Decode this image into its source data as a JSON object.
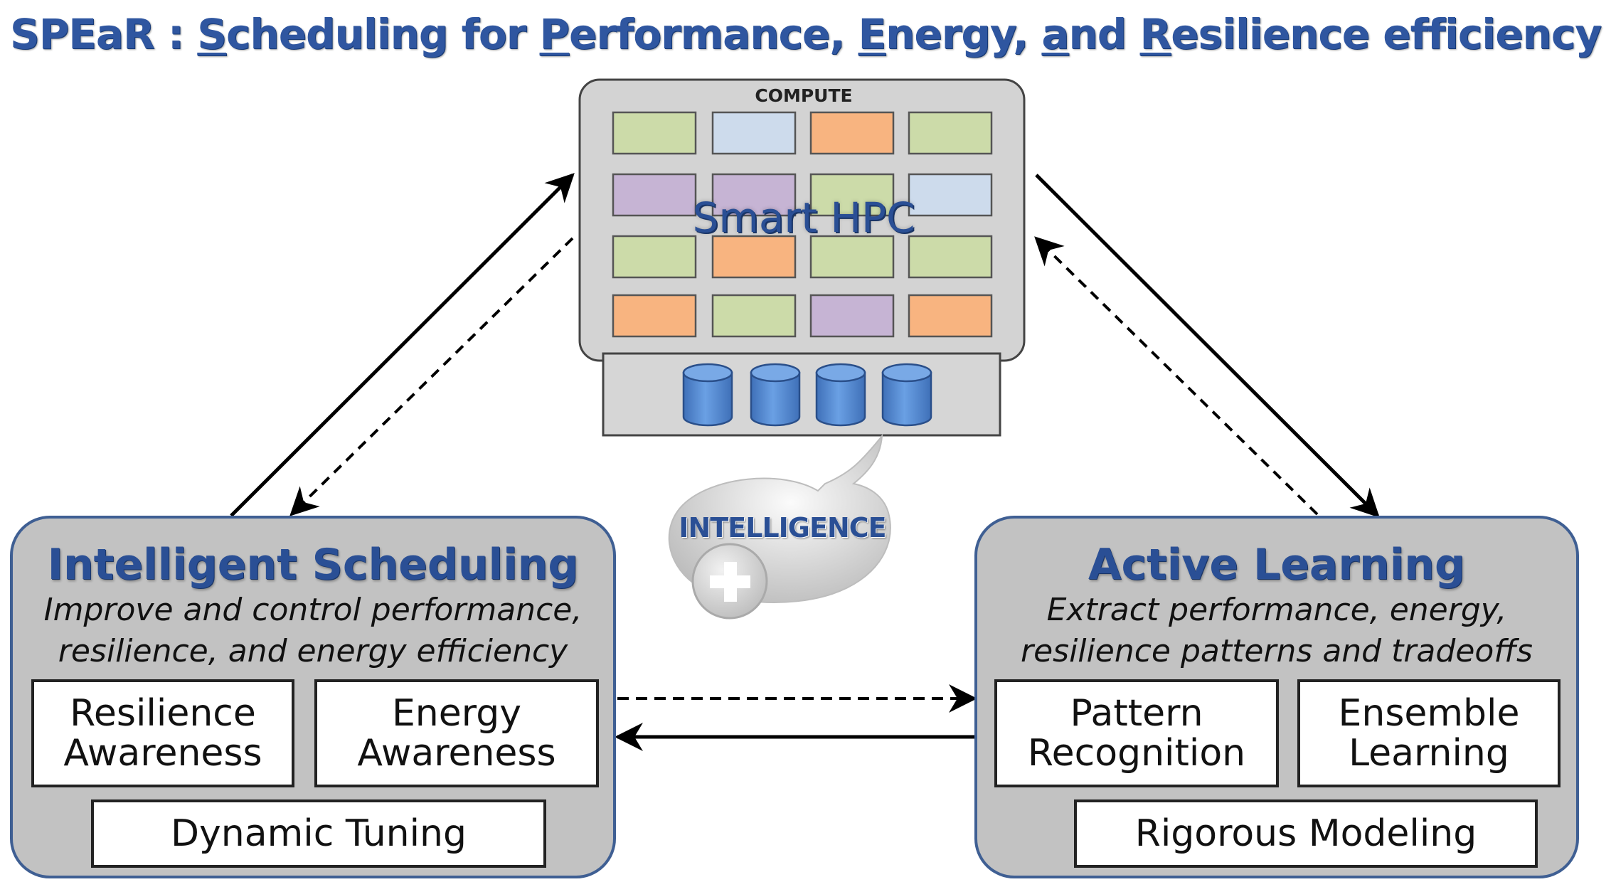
{
  "title_parts": [
    {
      "text": "SPEaR : ",
      "u": false
    },
    {
      "text": "S",
      "u": true
    },
    {
      "text": "cheduling for ",
      "u": false
    },
    {
      "text": "P",
      "u": true
    },
    {
      "text": "erformance, ",
      "u": false
    },
    {
      "text": "E",
      "u": true
    },
    {
      "text": "nergy, ",
      "u": false
    },
    {
      "text": "a",
      "u": true
    },
    {
      "text": "nd ",
      "u": false
    },
    {
      "text": "R",
      "u": true
    },
    {
      "text": "esilience efficiency",
      "u": false
    }
  ],
  "hpc": {
    "compute_label": "COMPUTE",
    "label": "Smart HPC",
    "intelligence_label": "INTELLIGENCE",
    "node_grid": [
      [
        "green",
        "blue",
        "orange",
        "green"
      ],
      [
        "purple",
        "purple",
        "green",
        "blue"
      ],
      [
        "green",
        "orange",
        "green",
        "green"
      ],
      [
        "orange",
        "green",
        "purple",
        "orange"
      ]
    ],
    "storage_count": 4
  },
  "colors": {
    "green": "#ccdba9",
    "blue": "#cddbec",
    "orange": "#f8b480",
    "purple": "#c6b4d4",
    "title_blue": "#2f56a0",
    "panel_fill": "#c2c2c2",
    "panel_border": "#3f5f93",
    "disk_blue": "#5b8ed6"
  },
  "left_panel": {
    "title": "Intelligent Scheduling",
    "desc_line1": "Improve and control performance,",
    "desc_line2": "resilience, and energy efficiency",
    "box1_l1": "Resilience",
    "box1_l2": "Awareness",
    "box2_l1": "Energy",
    "box2_l2": "Awareness",
    "box3": "Dynamic Tuning"
  },
  "right_panel": {
    "title": "Active Learning",
    "desc_line1": "Extract performance, energy,",
    "desc_line2": "resilience patterns and tradeoffs",
    "box1_l1": "Pattern",
    "box1_l2": "Recognition",
    "box2_l1": "Ensemble",
    "box2_l2": "Learning",
    "box3": "Rigorous Modeling"
  }
}
